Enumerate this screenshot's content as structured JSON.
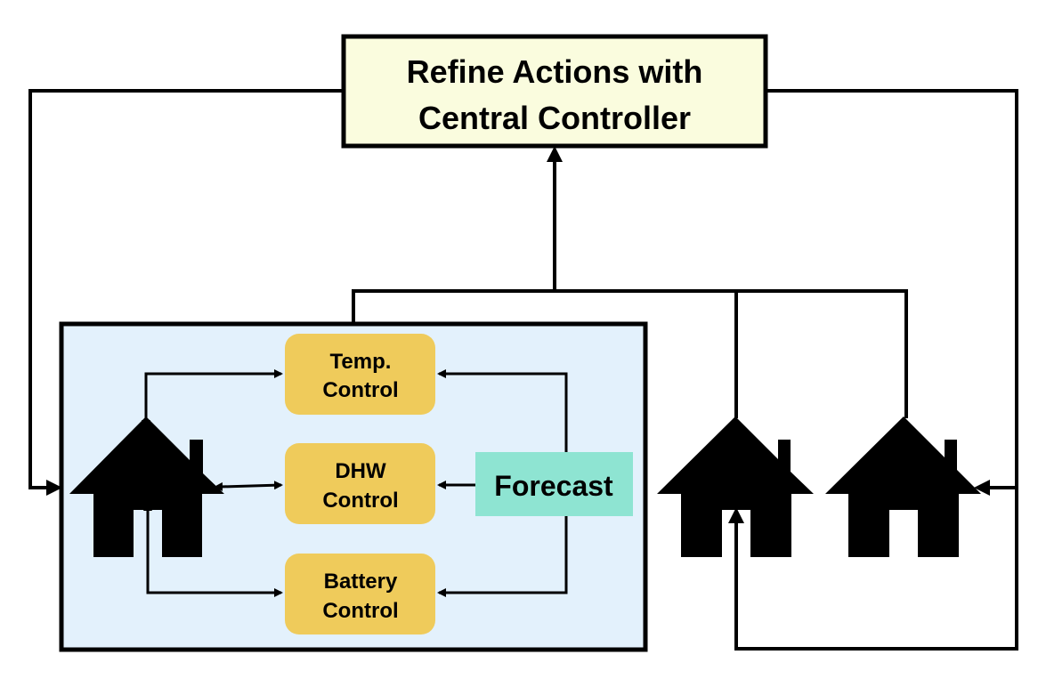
{
  "controller": {
    "line1": "Refine Actions with",
    "line2": "Central Controller"
  },
  "controls": {
    "temp": {
      "line1": "Temp.",
      "line2": "Control"
    },
    "dhw": {
      "line1": "DHW",
      "line2": "Control"
    },
    "battery": {
      "line1": "Battery",
      "line2": "Control"
    }
  },
  "forecast": {
    "label": "Forecast"
  },
  "colors": {
    "controller_fill": "#fafcde",
    "building_panel_fill": "#e3f1fc",
    "control_fill": "#efcb5b",
    "forecast_fill": "#8ee4d2",
    "stroke": "#000000"
  }
}
